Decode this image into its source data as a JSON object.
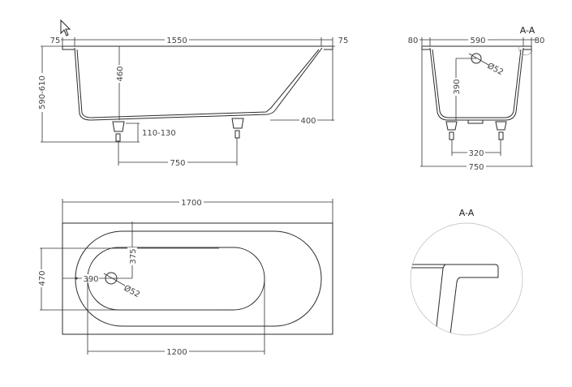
{
  "side_view": {
    "rim_left": "75",
    "length_inner": "1550",
    "rim_right": "75",
    "height_total": "590-610",
    "depth": "460",
    "leg_height": "110-130",
    "leg_spacing": "750",
    "slope_run": "400"
  },
  "end_view": {
    "section_label": "A-A",
    "rim_left": "80",
    "width_inner": "590",
    "rim_right": "80",
    "drain_height": "390",
    "drain_diameter": "Ø52",
    "leg_spacing": "320",
    "width_total": "750"
  },
  "top_view": {
    "length_total": "1700",
    "width_inner": "470",
    "drain_offset_x": "390",
    "drain_offset_y": "375",
    "drain_diameter": "Ø52",
    "bottom_length": "1200"
  },
  "detail": {
    "section_label": "A-A"
  }
}
